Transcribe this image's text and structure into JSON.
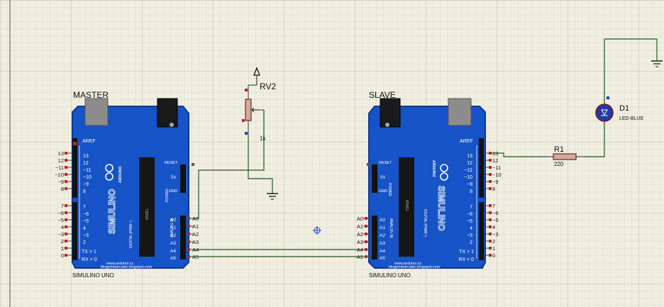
{
  "colors": {
    "background": "#f0eee0",
    "grid_minor": "#d6d4c6",
    "grid_major": "#bdbbad",
    "board_blue": "#1553c6",
    "board_edge": "#0d3a91",
    "wire": "#1f5a1f",
    "chip": "#161616",
    "pin_red": "#cc2020",
    "pin_blue": "#1a3fd0",
    "led": "#1e3aa8"
  },
  "master": {
    "title": "MASTER",
    "caption": "SIMULINO UNO",
    "brand": "SIMULINO",
    "arduino": "ARDUINO",
    "url1": "www.arduino.cc",
    "url2": "blogembarcado.blogspot.com",
    "aref": "AREF",
    "reset": "RESET",
    "v5": "5V",
    "gnd": "GND",
    "power": "POWER",
    "analog": "ANALOG IN",
    "digital": "DIGITAL (PWM~)",
    "top_pins": [
      "13",
      "12",
      "~11",
      "~10",
      "~9",
      "8"
    ],
    "bottom_pins": [
      "7",
      "~6",
      "~5",
      "4",
      "~3",
      "2",
      "TX > 1",
      "RX < 0"
    ],
    "analog_pins": [
      "A0",
      "A1",
      "A2",
      "A3",
      "A4",
      "A5"
    ]
  },
  "slave": {
    "title": "SLAVE",
    "caption": "SIMULINO UNO",
    "brand": "SIMULINO",
    "arduino": "ARDUINO",
    "url1": "www.arduino.cc",
    "url2": "blogembarcado.blogspot.com",
    "aref": "AREF",
    "reset": "RESET",
    "v5": "5V",
    "gnd": "GND",
    "power": "POWER",
    "analog": "ANALOG IN",
    "digital": "DIGITAL (PWM~)",
    "top_pins": [
      "13",
      "12",
      "~11",
      "~10",
      "~9",
      "8"
    ],
    "bottom_pins": [
      "7",
      "~6",
      "~5",
      "4",
      "~3",
      "2",
      "TX > 1",
      "RX < 0"
    ],
    "analog_pins": [
      "A0",
      "A1",
      "A2",
      "A3",
      "A4",
      "A5"
    ]
  },
  "potentiometer": {
    "name": "RV2",
    "value": "1k"
  },
  "resistor": {
    "name": "R1",
    "value": "220"
  },
  "led": {
    "name": "D1",
    "type": "LED-BLUE"
  }
}
